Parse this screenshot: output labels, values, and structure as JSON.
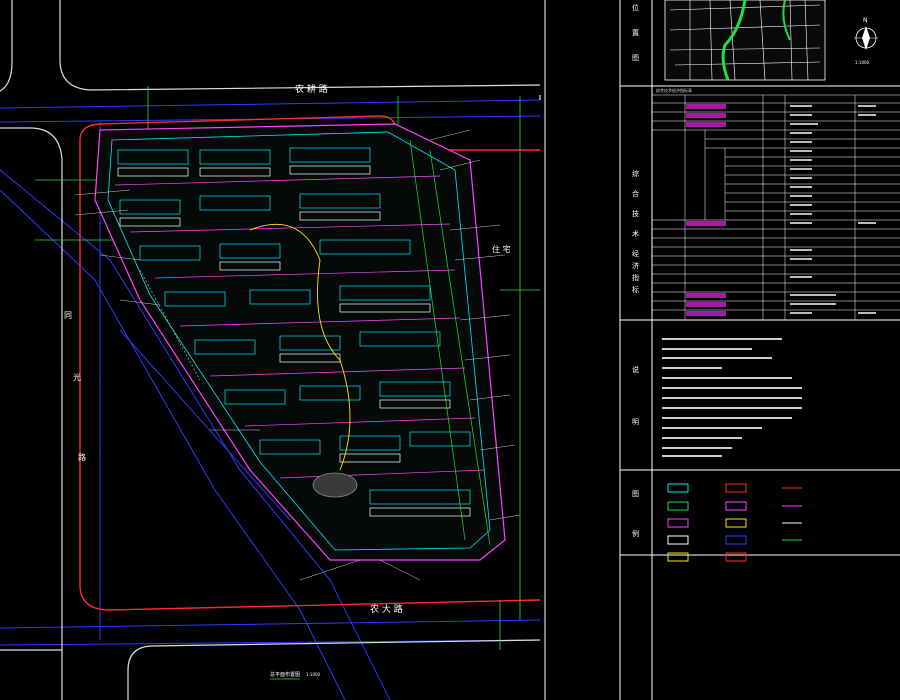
{
  "roads": {
    "north": "农 耕 路",
    "east": "农 大 路",
    "west_vertical": [
      "同",
      "光",
      "路"
    ],
    "east_side": "住 宅"
  },
  "sheet_title": "总平面布置图",
  "sheet_scale": "1:1000",
  "side_panel": {
    "section_location": [
      "位",
      "置",
      "图"
    ],
    "north_symbol": "N",
    "location_scale": "1:1000",
    "section_indicators": [
      "综",
      "合",
      "技",
      "术",
      "经",
      "济",
      "指",
      "标"
    ],
    "section_notes": [
      "说",
      "明"
    ],
    "section_legend": [
      "图",
      "例"
    ],
    "table_caption": "综合技术经济指标表"
  },
  "colors": {
    "road_blue": "#2a3cff",
    "red_line": "#ff2a2a",
    "green": "#20e040",
    "cyan": "#00e5ff",
    "magenta": "#ff40ff",
    "white": "#ffffff",
    "yellow": "#ffe600"
  }
}
